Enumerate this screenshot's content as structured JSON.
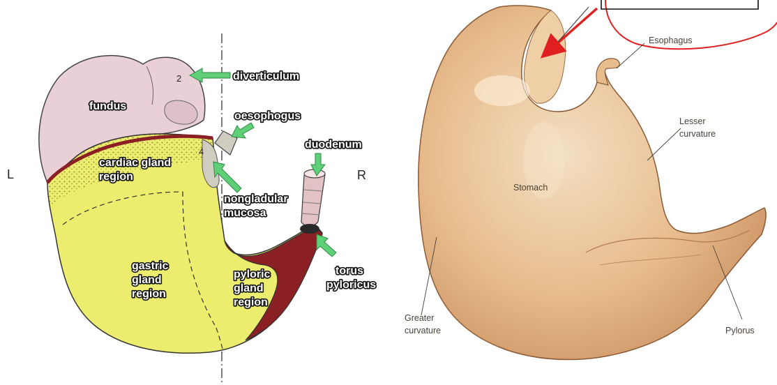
{
  "left_diagram": {
    "side_left": "L",
    "side_right": "R",
    "numbers": {
      "n2": "2",
      "n4": "4"
    },
    "labels": {
      "diverticulum": "diverticulum",
      "fundus": "fundus",
      "oesophogus": "oesophogus",
      "cardiac_line1": "cardiac gland",
      "cardiac_line2": "region",
      "duodenum": "duodenum",
      "nongl_line1": "nongladular",
      "nongl_line2": "mucosa",
      "gastric_line1": "gastric",
      "gastric_line2": "gland",
      "gastric_line3": "region",
      "pyloric_line1": "pyloric",
      "pyloric_line2": "gland",
      "pyloric_line3": "region",
      "torus_line1": "torus",
      "torus_line2": "pyloricus"
    },
    "colors": {
      "fundus_fill": "#e9d0d6",
      "glandular_fill": "#ecec6e",
      "pyloric_fill": "#8a1f24",
      "arrow_green": "#5fcf78"
    }
  },
  "right_illustration": {
    "labels": {
      "esophagus": "Esophagus",
      "lesser_line1": "Lesser",
      "lesser_line2": "curvature",
      "stomach": "Stomach",
      "greater_line1": "Greater",
      "greater_line2": "curvature",
      "pylorus": "Pylorus"
    },
    "colors": {
      "stomach_fill": "#e6b786",
      "annotation_red": "#e02020"
    }
  }
}
